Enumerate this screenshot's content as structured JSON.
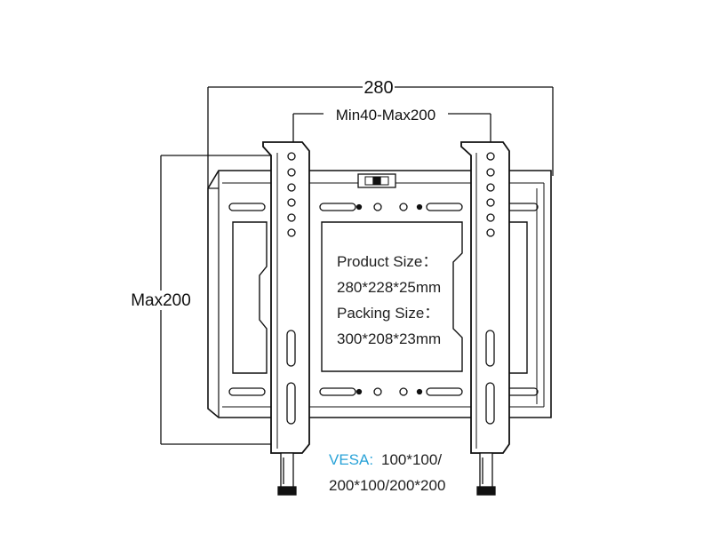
{
  "dimensions": {
    "width_label": "280",
    "vesa_span_label": "Min40-Max200",
    "height_label": "Max200"
  },
  "specs": {
    "product_size_label": "Product Size：",
    "product_size_value": "280*228*25mm",
    "packing_size_label": "Packing Size：",
    "packing_size_value": "300*208*23mm"
  },
  "vesa": {
    "label": "VESA:",
    "line1": "100*100/",
    "line2": "200*100/200*200"
  },
  "colors": {
    "vesa_label": "#2aa3d8",
    "line": "#111111"
  }
}
